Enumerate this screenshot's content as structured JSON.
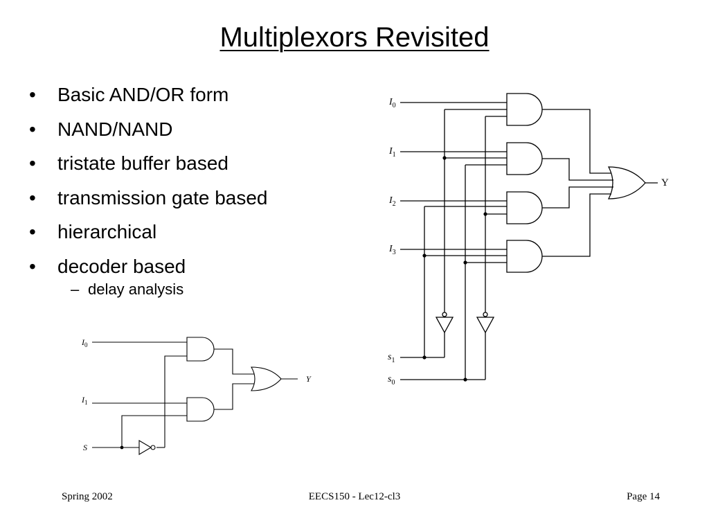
{
  "slide": {
    "title": "Multiplexors Revisited"
  },
  "bullets": [
    "Basic AND/OR form",
    "NAND/NAND",
    "tristate buffer based",
    "transmission gate based",
    "hierarchical",
    "decoder based"
  ],
  "sub_bullets": [
    "delay analysis"
  ],
  "bullet_marker": "•",
  "sub_marker": "–",
  "mux4": {
    "inputs": [
      {
        "name": "I",
        "sub": "0"
      },
      {
        "name": "I",
        "sub": "1"
      },
      {
        "name": "I",
        "sub": "2"
      },
      {
        "name": "I",
        "sub": "3"
      }
    ],
    "selects": [
      {
        "name": "s",
        "sub": "1"
      },
      {
        "name": "s",
        "sub": "0"
      }
    ],
    "output": "Y"
  },
  "mux2": {
    "inputs": [
      {
        "name": "I",
        "sub": "0"
      },
      {
        "name": "I",
        "sub": "1"
      }
    ],
    "select": "S",
    "output": "Y"
  },
  "footer": {
    "left": "Spring 2002",
    "center": "EECS150 - Lec12-cl3",
    "right": "Page 14"
  }
}
